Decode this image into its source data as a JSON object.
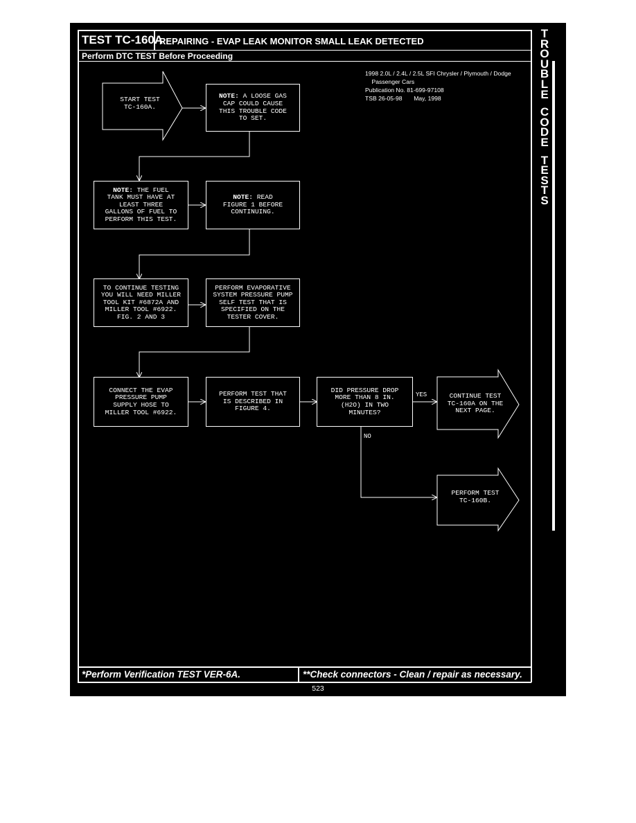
{
  "header": {
    "test_id": "TEST TC-160A",
    "title": "REPAIRING - EVAP LEAK MONITOR SMALL LEAK DETECTED",
    "subtitle": "Perform DTC TEST Before Proceeding"
  },
  "side_tab": {
    "letters": [
      "T",
      "R",
      "O",
      "U",
      "B",
      "L",
      "E",
      "",
      "C",
      "O",
      "D",
      "E",
      "",
      "T",
      "E",
      "S",
      "T",
      "S"
    ]
  },
  "info": {
    "line1": "1998 2.0L / 2.4L / 2.5L SFI Chrysler / Plymouth / Dodge",
    "line2": "    Passenger Cars",
    "line3": "Publication No. 81-699-97108",
    "line4": "TSB 26-05-98       May, 1998"
  },
  "flow": {
    "start": "START TEST\nTC-160A.",
    "note1_bold": "NOTE:",
    "note1": " A LOOSE GAS\nCAP COULD CAUSE\nTHIS TROUBLE CODE\nTO SET.",
    "note2_bold": "NOTE:",
    "note2": " THE FUEL\nTANK MUST HAVE AT\nLEAST THREE\nGALLONS OF FUEL TO\nPERFORM THIS TEST.",
    "note3_bold": "NOTE:",
    "note3": " READ\nFIGURE 1 BEFORE\nCONTINUING.",
    "step1": "TO CONTINUE TESTING\nYOU WILL NEED MILLER\nTOOL KIT #6872A AND\nMILLER TOOL #6922.\nFIG. 2 AND 3",
    "step2": "PERFORM EVAPORATIVE\nSYSTEM PRESSURE PUMP\nSELF TEST THAT IS\nSPECIFIED ON THE\nTESTER COVER.",
    "step3": "CONNECT THE EVAP\nPRESSURE PUMP\nSUPPLY HOSE TO\nMILLER TOOL #6922.",
    "step4": "PERFORM TEST THAT\nIS DESCRIBED IN\nFIGURE 4.",
    "decision": "DID PRESSURE DROP\nMORE THAN 8 IN.\n(H2O) IN TWO\nMINUTES?",
    "yes_label": "YES",
    "no_label": "NO",
    "yes_result": "CONTINUE TEST\nTC-160A ON THE\nNEXT PAGE.",
    "no_result": "PERFORM TEST\nTC-160B."
  },
  "footer": {
    "left": "*Perform Verification TEST VER-6A.",
    "right": "**Check connectors - Clean / repair as necessary."
  },
  "page_number": "523"
}
